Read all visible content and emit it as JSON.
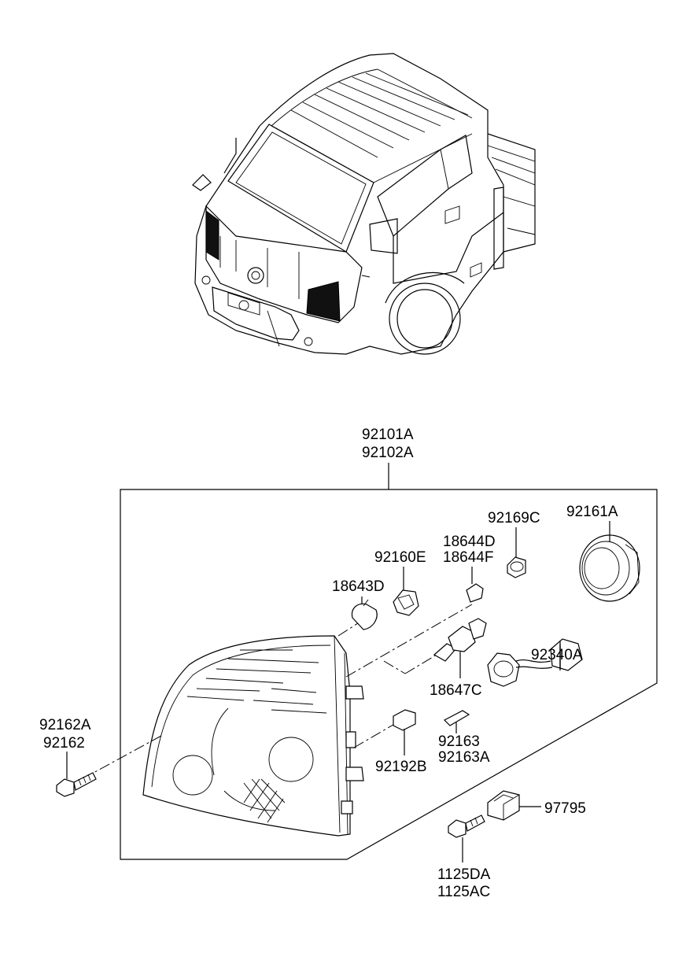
{
  "labels": {
    "assembly_a": "92101A",
    "assembly_b": "92102A",
    "p92169c": "92169C",
    "p92161a": "92161A",
    "p18644d": "18644D",
    "p18644f": "18644F",
    "p92160e": "92160E",
    "p18643d": "18643D",
    "p92340a": "92340A",
    "p18647c": "18647C",
    "p92162a": "92162A",
    "p92162": "92162",
    "p92163": "92163",
    "p92163a": "92163A",
    "p92192b": "92192B",
    "p97795": "97795",
    "p1125da": "1125DA",
    "p1125ac": "1125AC"
  },
  "icons": [
    "truck-illustration",
    "headlamp-housing-icon",
    "bulb-icon",
    "socket-icon",
    "wiring-connector-icon",
    "dust-cover-icon",
    "bolt-icon",
    "clip-icon",
    "relay-icon"
  ]
}
